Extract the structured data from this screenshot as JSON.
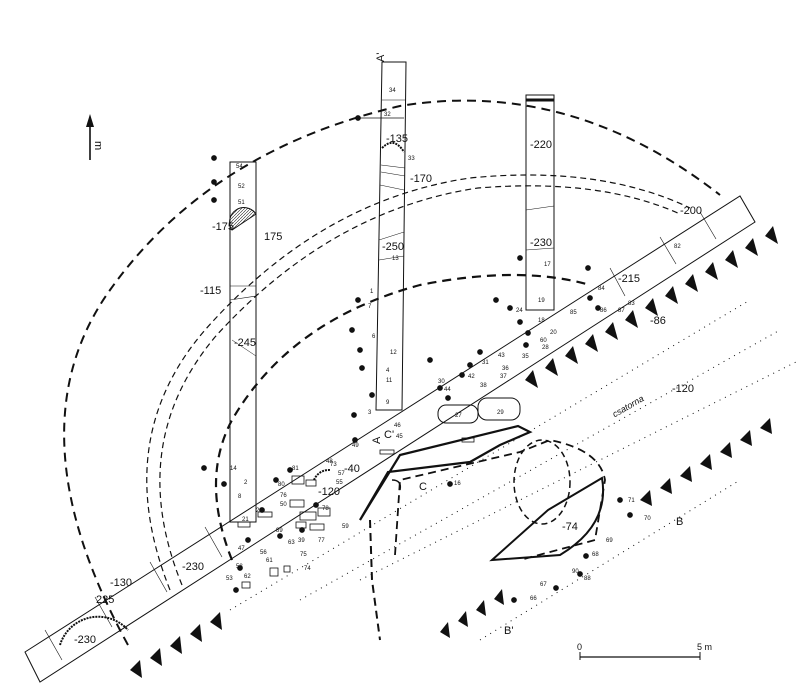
{
  "north_label": "m",
  "word_label": "csatorna",
  "section_labels": {
    "a_top": "A'",
    "a_bottom": "A",
    "b_left": "B'",
    "b_right": "B",
    "c_top": "C'",
    "c_bottom": "C"
  },
  "scale_bar": {
    "start": "0",
    "end": "5 m"
  },
  "elevations": {
    "e135": "-135",
    "e170": "-170",
    "e175_left": "-175",
    "e175_right": "175",
    "e115": "-115",
    "e245": "-245",
    "e250": "-250",
    "e220": "-220",
    "e230_top": "-230",
    "e200": "-200",
    "e215": "-215",
    "e86": "-86",
    "e120_right": "-120",
    "e40": "-40",
    "e120_left": "-120",
    "e74": "-74",
    "e230_mid": "-230",
    "e130": "-130",
    "e225": "225",
    "e230_bottom": "-230"
  },
  "finds": {
    "f34": "34",
    "f32": "32",
    "f33": "33",
    "f13": "13",
    "f7": "7",
    "f6": "6",
    "f12": "12",
    "f4": "4",
    "f11": "11",
    "f9": "9",
    "f3": "3",
    "f54": "54",
    "f52": "52",
    "f51": "51",
    "f14": "14",
    "f2": "2",
    "f1": "1",
    "f17": "17",
    "f19": "19",
    "f24": "24",
    "f18": "18",
    "f20": "20",
    "f60": "60",
    "f28": "28",
    "f43": "43",
    "f35": "35",
    "f31": "31",
    "f36": "36",
    "f37": "37",
    "f42": "42",
    "f30": "30",
    "f44": "44",
    "f38": "38",
    "f27": "27",
    "f29": "29",
    "f46": "46",
    "f45": "45",
    "f49": "49",
    "f82": "82",
    "f84": "84",
    "f83": "83",
    "f85": "85",
    "f86": "86",
    "f87": "87",
    "f16": "16",
    "f48": "48",
    "f71": "71",
    "f70": "70",
    "f69": "69",
    "f68": "68",
    "f67": "67",
    "f90": "90",
    "f88": "88",
    "f66": "66",
    "f47": "47",
    "f56": "56",
    "f53": "53",
    "f58": "58",
    "f62": "62",
    "f21": "21",
    "f22": "22",
    "f8": "8",
    "f50": "50",
    "f63": "63",
    "f39": "39",
    "f75": "75",
    "f77": "77",
    "f73": "73",
    "f89": "89",
    "f76": "76",
    "f78": "78",
    "f80": "80",
    "f81": "81",
    "f55": "55",
    "f57": "57",
    "f74": "74",
    "f61": "61",
    "f59": "59"
  }
}
